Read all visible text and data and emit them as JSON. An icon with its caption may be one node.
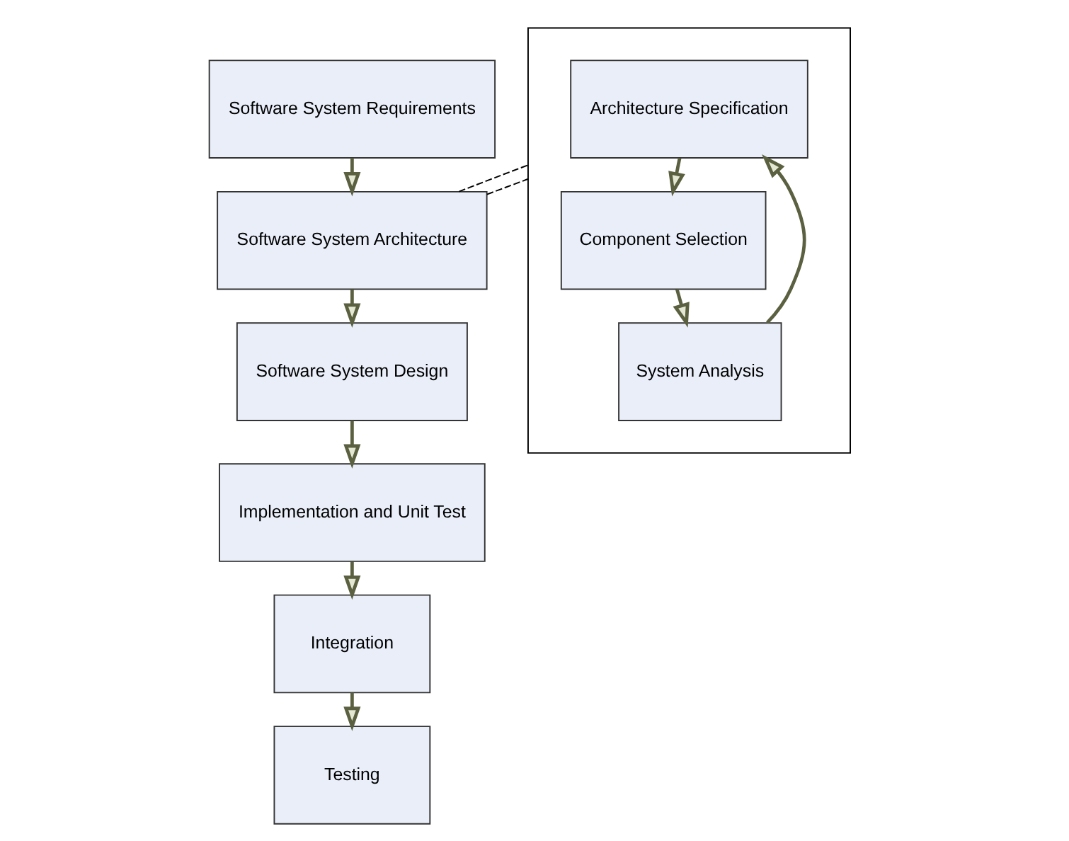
{
  "diagram": {
    "nodes": [
      {
        "text": [
          "Software System Requirements"
        ]
      },
      {
        "text": [
          "Software System Architecture"
        ]
      },
      {
        "text": [
          "Software System Design"
        ]
      },
      {
        "text": [
          "Implementation and Unit Test"
        ]
      },
      {
        "text": [
          "Integration"
        ]
      },
      {
        "text": [
          "Testing"
        ]
      },
      {
        "text": [],
        "shape": "box"
      },
      {
        "text": [
          "Architecture Specification"
        ],
        "in": 6
      },
      {
        "text": [
          "Component Selection"
        ],
        "in": 6
      },
      {
        "text": [
          "System Analysis"
        ],
        "in": 6
      }
    ],
    "edges": [
      {
        "from": 0,
        "to": 1,
        "arrow": "to"
      },
      {
        "from": 1,
        "to": 2,
        "arrow": "to"
      },
      {
        "from": 2,
        "to": 3,
        "arrow": "to"
      },
      {
        "from": 3,
        "to": 4,
        "arrow": "to"
      },
      {
        "from": 4,
        "to": 5,
        "arrow": "to"
      },
      {
        "from": 1,
        "to": 6,
        "arrow": "none",
        "style": "dashed",
        "color": "#000000"
      },
      {
        "from": 1,
        "to": 6,
        "arrow": "none",
        "style": "dashed",
        "color": "#000000"
      },
      {
        "from": 7,
        "to": 8,
        "arrow": "to"
      },
      {
        "from": 8,
        "to": 9,
        "arrow": "to"
      },
      {
        "from": 9,
        "to": 7,
        "arrow": "to"
      }
    ]
  }
}
